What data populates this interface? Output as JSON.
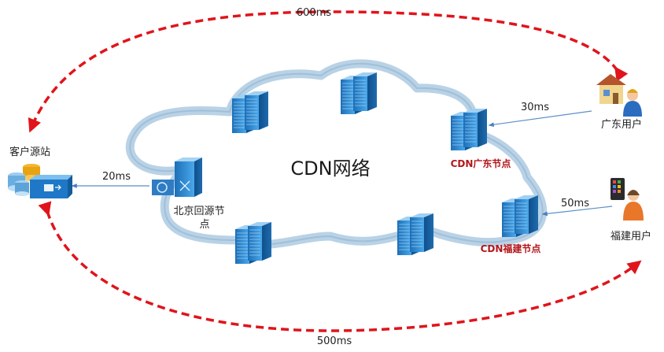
{
  "diagram": {
    "title": "CDN网络",
    "latency_top": "600ms",
    "latency_bottom": "500ms",
    "latency_origin": "20ms",
    "latency_guangdong": "30ms",
    "latency_fujian": "50ms",
    "origin_site": "客户源站",
    "beijing_node_line1": "北京回源节",
    "beijing_node_line2": "点",
    "guangdong_node": "CDN广东节点",
    "fujian_node": "CDN福建节点",
    "guangdong_user": "广东用户",
    "fujian_user": "福建用户"
  },
  "colors": {
    "dashed_arrow": "#e0141b",
    "thin_arrow": "#5b8ec7",
    "cloud_band": "#a9c7de",
    "server": "#2f8fd6",
    "red_label": "#b3161b"
  }
}
